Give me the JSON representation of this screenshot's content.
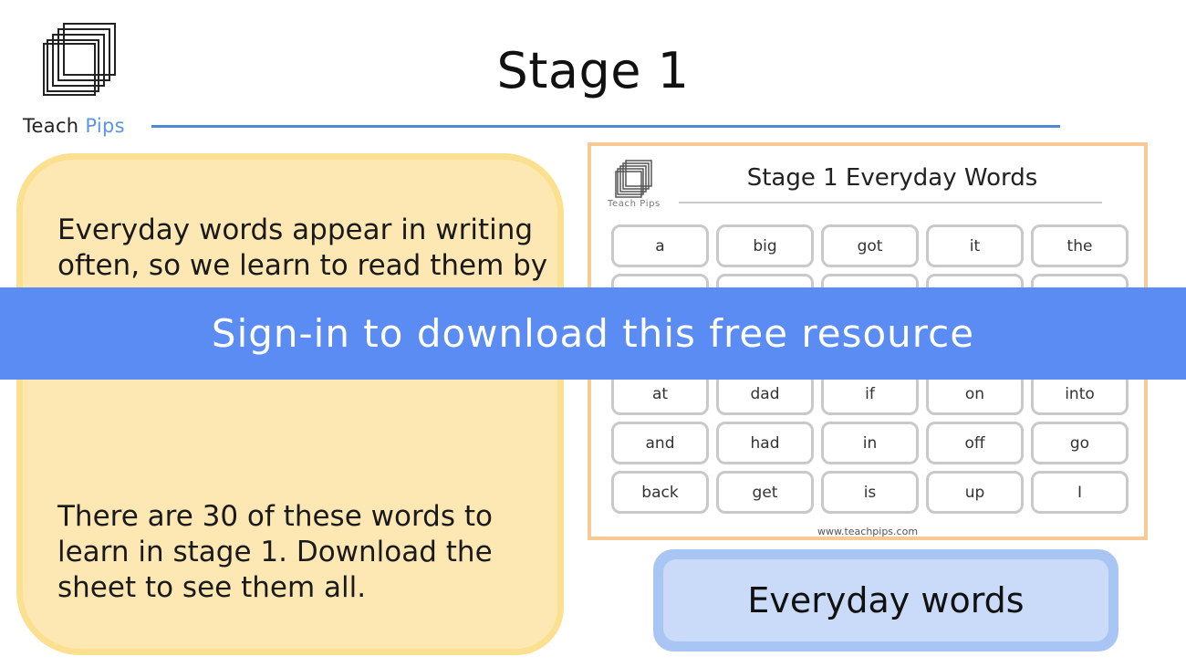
{
  "brand": {
    "name_part1": "Teach ",
    "name_part2": "Pips",
    "accent_color": "#5a95e8"
  },
  "page_title": "Stage 1",
  "info_card": {
    "paragraph1": "Everyday words appear in writing often, so we learn to read them by sight, we recognise the word instead of sounding it out.",
    "paragraph2": "There are 30 of these words to learn in stage 1. Download the sheet to see them all."
  },
  "worksheet": {
    "logo_text": "Teach Pips",
    "title": "Stage 1 Everyday Words",
    "rows": [
      [
        "a",
        "big",
        "got",
        "it",
        "the"
      ],
      [
        "",
        "",
        "",
        "",
        ""
      ],
      [
        "",
        "",
        "",
        "",
        ""
      ],
      [
        "at",
        "dad",
        "if",
        "on",
        "into"
      ],
      [
        "and",
        "had",
        "in",
        "off",
        "go"
      ],
      [
        "back",
        "get",
        "is",
        "up",
        "I"
      ]
    ],
    "footer_url": "www.teachpips.com"
  },
  "label_button": "Everyday words",
  "banner": {
    "text": "Sign-in to download this free resource",
    "color": "#5a8cf4"
  }
}
